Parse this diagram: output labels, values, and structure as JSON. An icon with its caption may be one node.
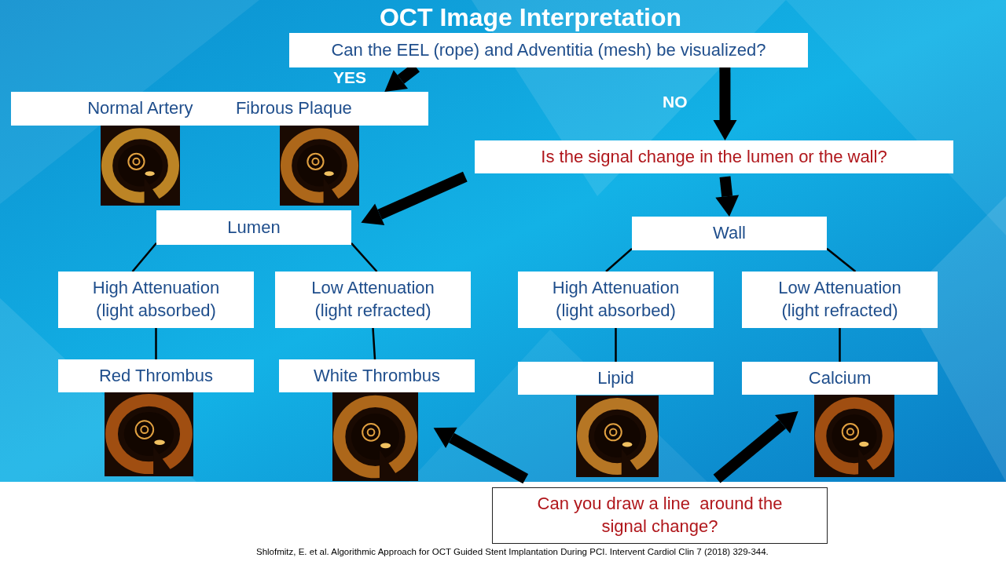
{
  "diagram": {
    "title": "OCT Image Interpretation",
    "nodes": [
      {
        "text": [
          "Can the EEL (rope) and Adventitia (mesh) be visualized?"
        ]
      },
      {
        "text": [
          "Normal Artery",
          "Fibrous Plaque"
        ]
      },
      {
        "text": [
          "Is the signal change in the lumen or the wall?"
        ]
      },
      {
        "text": [
          "Lumen"
        ]
      },
      {
        "text": [
          "Wall"
        ]
      },
      {
        "text": [
          "High Attenuation (light absorbed)"
        ]
      },
      {
        "text": [
          "Low Attenuation (light refracted)"
        ]
      },
      {
        "text": [
          "High Attenuation (light absorbed)"
        ]
      },
      {
        "text": [
          "Low Attenuation (light refracted)"
        ]
      },
      {
        "text": [
          "Red Thrombus"
        ]
      },
      {
        "text": [
          "White Thrombus"
        ]
      },
      {
        "text": [
          "Lipid"
        ]
      },
      {
        "text": [
          "Calcium"
        ]
      },
      {
        "text": [],
        "shape": "picture"
      },
      {
        "text": [],
        "shape": "picture"
      },
      {
        "text": [
          "Can you draw a line  around the signal change?"
        ]
      }
    ],
    "edges": [
      {
        "from": 0,
        "to": 1,
        "arrow": "to",
        "label": "YES",
        "style": "thick"
      },
      {
        "from": 0,
        "to": 2,
        "arrow": "to",
        "label": "NO",
        "style": "thick"
      },
      {
        "from": 2,
        "to": 3,
        "arrow": "to",
        "style": "thick"
      },
      {
        "from": 2,
        "to": 4,
        "arrow": "to",
        "style": "thick"
      },
      {
        "from": 3,
        "to": 5,
        "arrow": "none"
      },
      {
        "from": 3,
        "to": 6,
        "arrow": "none"
      },
      {
        "from": 4,
        "to": 7,
        "arrow": "none"
      },
      {
        "from": 4,
        "to": 8,
        "arrow": "none"
      },
      {
        "from": 5,
        "to": 9,
        "arrow": "none"
      },
      {
        "from": 6,
        "to": 10,
        "arrow": "none"
      },
      {
        "from": 7,
        "to": 11,
        "arrow": "none"
      },
      {
        "from": 8,
        "to": 12,
        "arrow": "none"
      },
      {
        "from": 15,
        "to": 13,
        "arrow": "to",
        "style": "thick"
      },
      {
        "from": 15,
        "to": 14,
        "arrow": "to",
        "style": "thick"
      }
    ],
    "labels": [
      "Shlofmitz, E. et al.  Algorithmic Approach for OCT Guided Stent Implantation During PCI.  Intervent Cardiol Clin 7 (2018) 329-344."
    ]
  }
}
